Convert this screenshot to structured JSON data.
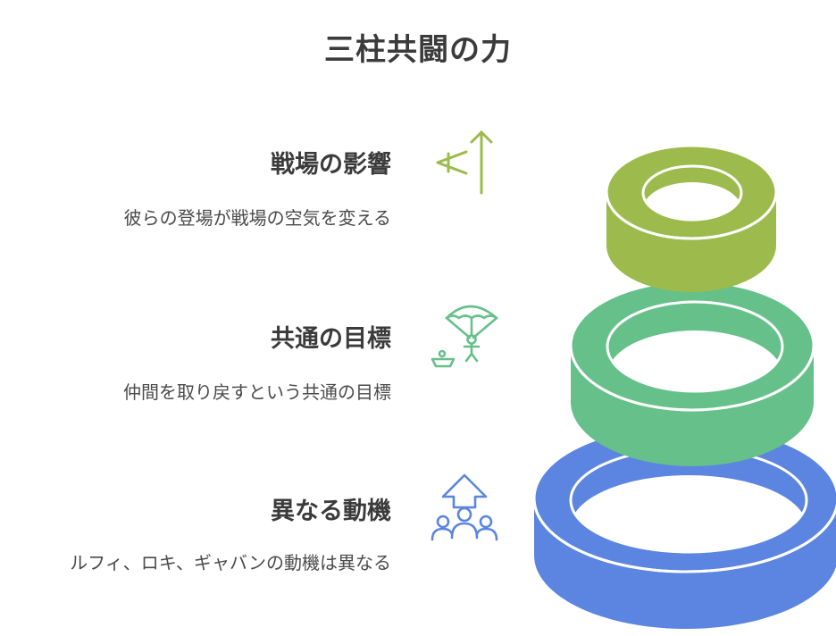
{
  "title": "三柱共闘の力",
  "rows": [
    {
      "heading": "戦場の影響",
      "description": "彼らの登場が戦場の空気を変える",
      "icon": "arrow-up-letter-a-icon",
      "color": "#9cbb4c"
    },
    {
      "heading": "共通の目標",
      "description": "仲間を取り戻すという共通の目標",
      "icon": "parachute-person-icon",
      "color": "#66c08a"
    },
    {
      "heading": "異なる動機",
      "description": "ルフィ、ロキ、ギャバンの動機は異なる",
      "icon": "group-arrow-up-icon",
      "color": "#5b85e0"
    }
  ]
}
